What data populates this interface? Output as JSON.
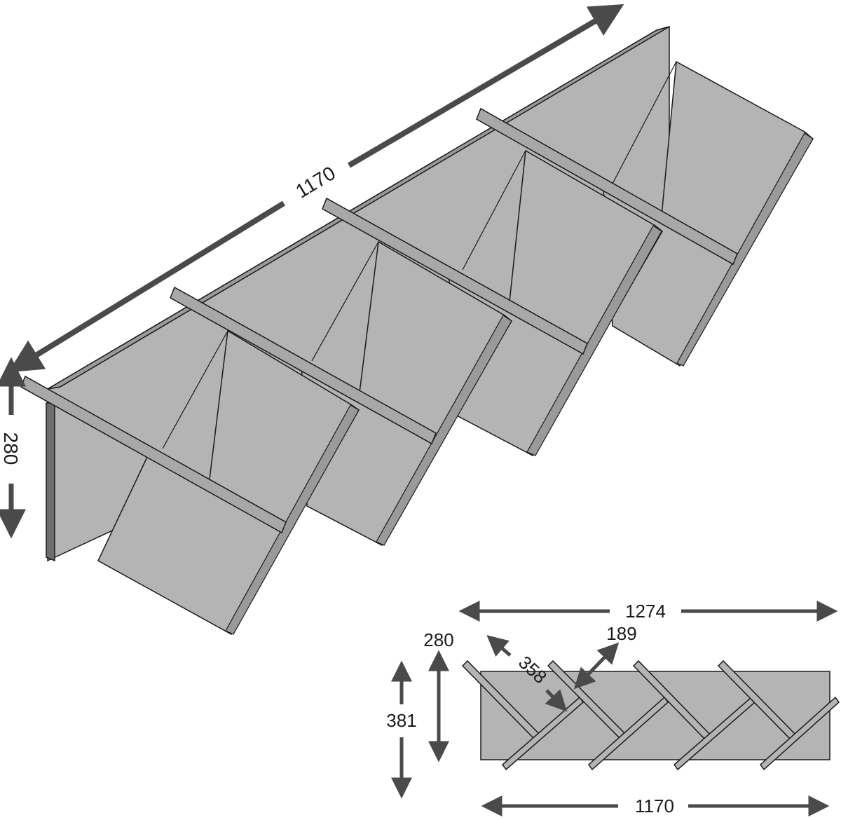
{
  "colors": {
    "panel_fill": "#b4b4b4",
    "panel_edge": "#8a8a8a",
    "panel_dark": "#6e6e6e",
    "outline": "#1a1a1a",
    "arrow": "#4a4a4a",
    "background": "#ffffff"
  },
  "isometric_view": {
    "length_label": "1170",
    "height_label": "280"
  },
  "front_view": {
    "total_width_label": "1274",
    "back_width_label": "1170",
    "height_total_label": "381",
    "height_back_label": "280",
    "shelf_length_label": "358",
    "shelf_spacing_label": "189"
  }
}
